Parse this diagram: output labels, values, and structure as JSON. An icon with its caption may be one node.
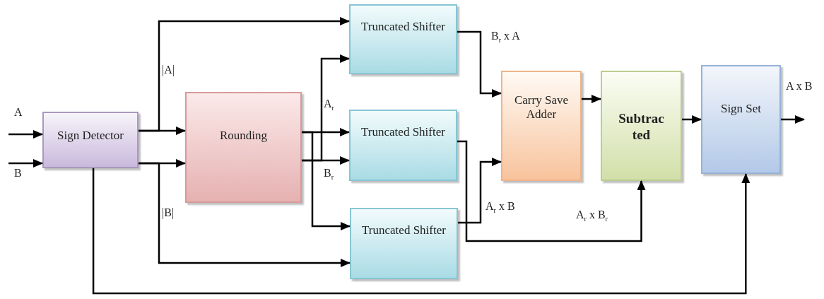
{
  "diagram": {
    "nodes": [
      {
        "text": [
          "Sign Detector"
        ]
      },
      {
        "text": [
          "Rounding"
        ]
      },
      {
        "text": [
          "Truncated Shifter"
        ]
      },
      {
        "text": [
          "Truncated Shifter"
        ]
      },
      {
        "text": [
          "Truncated Shifter"
        ]
      },
      {
        "text": [
          "Carry Save Adder"
        ]
      },
      {
        "text": [
          "Subtrac ted"
        ]
      },
      {
        "text": [
          "Sign Set"
        ]
      }
    ],
    "edges": [
      {
        "from": null,
        "to": 0,
        "arrow": "to"
      },
      {
        "from": null,
        "to": 0,
        "arrow": "to"
      },
      {
        "from": 0,
        "to": 1,
        "arrow": "to"
      },
      {
        "from": 0,
        "to": 1,
        "arrow": "to"
      },
      {
        "from": 0,
        "to": 2,
        "arrow": "to"
      },
      {
        "from": 0,
        "to": 4,
        "arrow": "to"
      },
      {
        "from": 1,
        "to": 3,
        "arrow": "to"
      },
      {
        "from": 1,
        "to": 4,
        "arrow": "to"
      },
      {
        "from": 1,
        "to": 3,
        "arrow": "to"
      },
      {
        "from": 1,
        "to": 2,
        "arrow": "to"
      },
      {
        "from": 2,
        "to": 5,
        "arrow": "to"
      },
      {
        "from": 4,
        "to": 5,
        "arrow": "to"
      },
      {
        "from": 3,
        "to": 6,
        "arrow": "to"
      },
      {
        "from": 5,
        "to": 6,
        "arrow": "to"
      },
      {
        "from": 6,
        "to": 7,
        "arrow": "to"
      },
      {
        "from": 7,
        "to": null,
        "arrow": "to",
        "label": "A x B"
      },
      {
        "from": 0,
        "to": 7,
        "arrow": "to"
      }
    ],
    "labels": [
      "A",
      "B",
      "|A|",
      "|B|",
      "A$_{r}$",
      "B$_{r}$",
      "B$_{r}$ x A",
      "A$_{r}$ x B",
      "A$_{r}$ x B$_{r}$"
    ]
  }
}
